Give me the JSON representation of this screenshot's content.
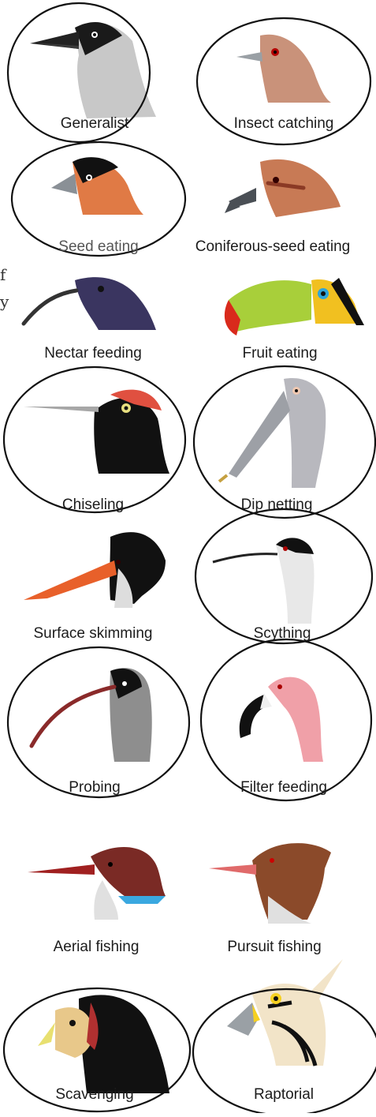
{
  "figure": {
    "stray_text": [
      "f",
      "y"
    ],
    "labels": {
      "generalist": "Generalist",
      "insect_catching": "Insect catching",
      "seed_eating": "Seed eating",
      "coniferous_seed_eating": "Coniferous-seed eating",
      "nectar_feeding": "Nectar feeding",
      "fruit_eating": "Fruit eating",
      "chiseling": "Chiseling",
      "dip_netting": "Dip netting",
      "surface_skimming": "Surface skimming",
      "scything": "Scything",
      "probing": "Probing",
      "filter_feeding": "Filter feeding",
      "aerial_fishing": "Aerial fishing",
      "pursuit_fishing": "Pursuit fishing",
      "scavenging": "Scavenging",
      "raptorial": "Raptorial"
    },
    "circled": [
      "generalist",
      "insect_catching",
      "seed_eating",
      "chiseling",
      "dip_netting",
      "scything",
      "probing",
      "filter_feeding",
      "scavenging",
      "raptorial"
    ],
    "colors": {
      "outline": "#111111",
      "label_text": "#1c1c1c",
      "background": "#ffffff"
    },
    "icons": [
      "crow-head-icon",
      "sparrow-head-icon",
      "bullfinch-head-icon",
      "crossbill-head-icon",
      "sunbird-head-icon",
      "toucan-head-icon",
      "woodpecker-head-icon",
      "pelican-head-icon",
      "skimmer-head-icon",
      "avocet-head-icon",
      "ibis-head-icon",
      "flamingo-head-icon",
      "kingfisher-head-icon",
      "merganser-head-icon",
      "vulture-head-icon",
      "hawk-head-icon"
    ]
  }
}
